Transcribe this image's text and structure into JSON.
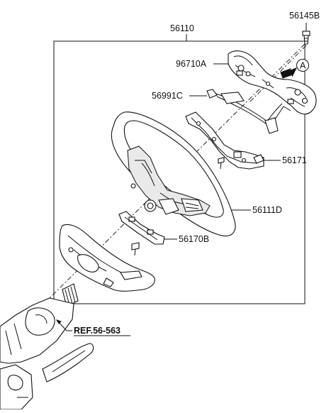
{
  "labels": {
    "assembly": "56110",
    "bolt": "56145B",
    "remote_switch": "96710A",
    "extension_wire": "56991C",
    "bracket": "56171",
    "wheel_body": "56111D",
    "lower_bracket": "56170B",
    "reference": "REF.56-563",
    "view_marker": "A"
  }
}
